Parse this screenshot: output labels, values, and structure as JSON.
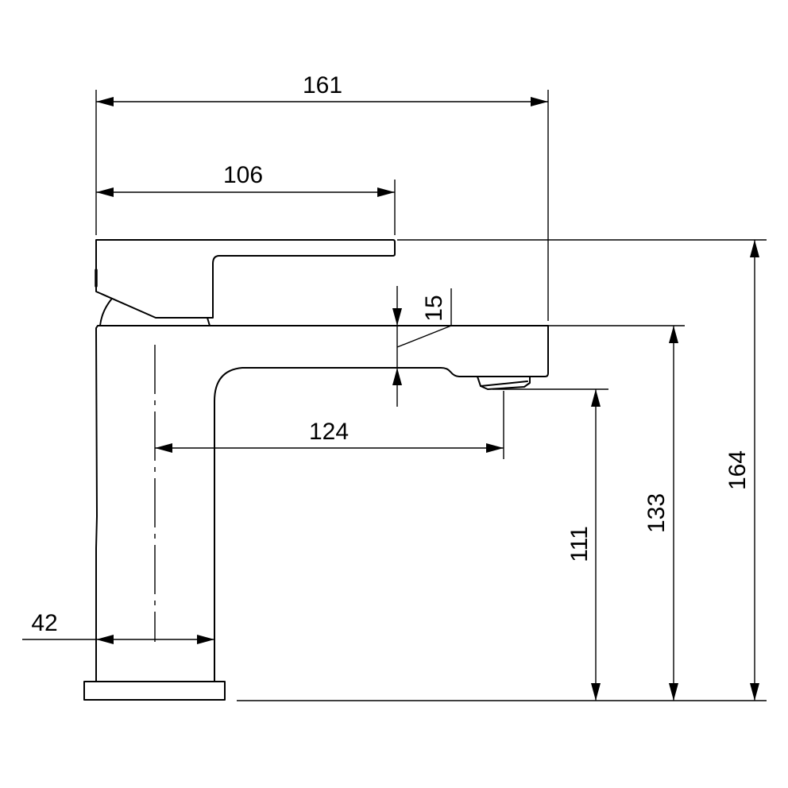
{
  "drawing": {
    "subject": "Basin mixer tap side elevation",
    "units": "mm",
    "stroke_color": "#000000",
    "background_color": "#ffffff"
  },
  "dimensions": {
    "overall_length": {
      "label": "161",
      "orientation": "horizontal"
    },
    "handle_length": {
      "label": "106",
      "orientation": "horizontal"
    },
    "spout_thickness": {
      "label": "15",
      "orientation": "vertical"
    },
    "spout_reach": {
      "label": "124",
      "orientation": "horizontal"
    },
    "body_diameter": {
      "label": "42",
      "orientation": "horizontal"
    },
    "outlet_height": {
      "label": "111",
      "orientation": "vertical"
    },
    "spout_top_height": {
      "label": "133",
      "orientation": "vertical"
    },
    "overall_height": {
      "label": "164",
      "orientation": "vertical"
    }
  }
}
